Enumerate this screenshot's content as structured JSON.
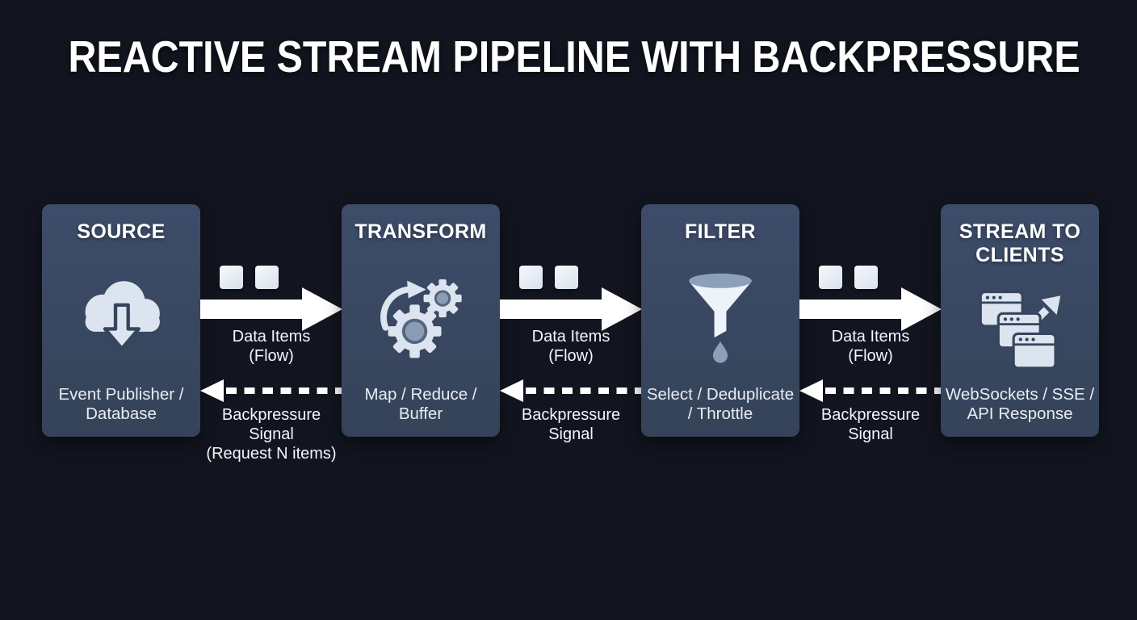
{
  "title": "REACTIVE STREAM PIPELINE WITH BACKPRESSURE",
  "stages": [
    {
      "title": "SOURCE",
      "subtitle": "Event Publisher /\nDatabase",
      "icon": "cloud-download-icon"
    },
    {
      "title": "TRANSFORM",
      "subtitle": "Map / Reduce /\nBuffer",
      "icon": "gears-icon"
    },
    {
      "title": "FILTER",
      "subtitle": "Select / Deduplicate\n/ Throttle",
      "icon": "funnel-icon"
    },
    {
      "title": "STREAM TO\nCLIENTS",
      "subtitle": "WebSockets / SSE /\nAPI Response",
      "icon": "browser-windows-icon"
    }
  ],
  "connectors": [
    {
      "flow_label": "Data Items\n(Flow)",
      "backpressure_label": "Backpressure\nSignal\n(Request N items)"
    },
    {
      "flow_label": "Data Items\n(Flow)",
      "backpressure_label": "Backpressure\nSignal"
    },
    {
      "flow_label": "Data Items\n(Flow)",
      "backpressure_label": "Backpressure\nSignal"
    }
  ],
  "colors": {
    "background": "#12151f",
    "stage_box": "#37465f",
    "arrow_white": "#ffffff",
    "icon_light": "#dce4f0",
    "icon_mid": "#8da0bb",
    "icon_dark": "#36455e",
    "text": "#ffffff"
  }
}
